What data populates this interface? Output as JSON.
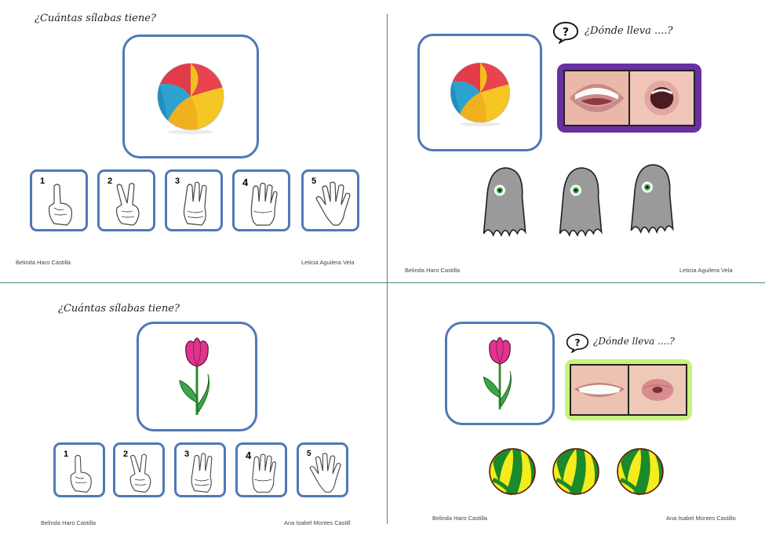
{
  "cards": {
    "top_left": {
      "title": "¿Cuántas sílabas tiene?",
      "numbers": [
        "1",
        "2",
        "3",
        "4",
        "5"
      ],
      "credit_left": "Belinda Haro Castilla",
      "credit_right": "Leticia Aguilera Vela"
    },
    "top_right": {
      "question": "¿Dónde lleva ....?",
      "credit_left": "Belinda Haro Castilla",
      "credit_right": "Leticia Aguilera Vela"
    },
    "bottom_left": {
      "title": "¿Cuántas sílabas tiene?",
      "numbers": [
        "1",
        "2",
        "3",
        "4",
        "5"
      ],
      "credit_left": "Belinda Haro Castilla",
      "credit_right": "Ana Isabel Montes Castill"
    },
    "bottom_right": {
      "question": "¿Dónde lleva ....?",
      "credit_left": "Belinda Haro Castilla",
      "credit_right": "Ana Isabel Montes Castillo"
    }
  },
  "colors": {
    "box_border": "#4f79b7",
    "divider": "#4a8f6a",
    "frame_purple": "#6a2fa0",
    "frame_lime": "#c9f27a",
    "ghost": "#9a9a9a"
  },
  "icons": [
    "beach-ball",
    "tulip",
    "hand-one-finger",
    "hand-two-fingers",
    "hand-three-fingers",
    "hand-four-fingers",
    "hand-five-fingers",
    "speech-question-icon",
    "ghost",
    "striped-ball"
  ]
}
